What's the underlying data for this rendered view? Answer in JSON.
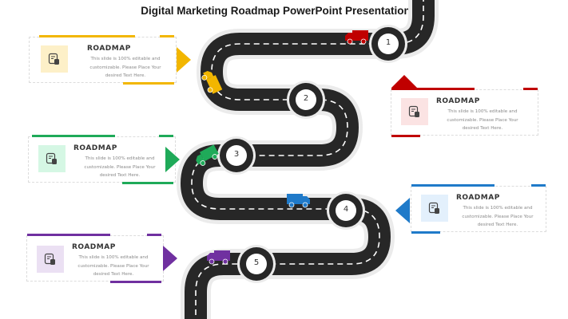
{
  "slide": {
    "title": "Digital Marketing Roadmap PowerPoint Presentation"
  },
  "colors": {
    "road": "#272727",
    "road_halo": "#ebebeb",
    "lane_marks": "#ffffff",
    "stop_fill": "#ffffff",
    "step1": "#c00000",
    "step2": "#f2b600",
    "step3": "#1faa59",
    "step4": "#1f7ac9",
    "step5": "#7030a0"
  },
  "steps": [
    {
      "number": "1",
      "truck_color": "red",
      "card": {
        "heading": "ROADMAP",
        "line1": "This slide is 100% editable and",
        "line2": "customizable. Please Place Your",
        "line3": "desired Text Here.",
        "accent": "#c00000",
        "icon_bg": "#fbe3e3"
      }
    },
    {
      "number": "2",
      "truck_color": "yellow",
      "card": {
        "heading": "ROADMAP",
        "line1": "This slide is 100% editable and",
        "line2": "customizable. Please Place Your",
        "line3": "desired Text Here.",
        "accent": "#f2b600",
        "icon_bg": "#fdf0c8"
      }
    },
    {
      "number": "3",
      "truck_color": "green",
      "card": {
        "heading": "ROADMAP",
        "line1": "This slide is 100% editable and",
        "line2": "customizable. Please Place Your",
        "line3": "desired Text Here.",
        "accent": "#1faa59",
        "icon_bg": "#d5f7e4"
      }
    },
    {
      "number": "4",
      "truck_color": "blue",
      "card": {
        "heading": "ROADMAP",
        "line1": "This slide is 100% editable and",
        "line2": "customizable. Please Place Your",
        "line3": "desired Text Here.",
        "accent": "#1f7ac9",
        "icon_bg": "#e3f0fc"
      }
    },
    {
      "number": "5",
      "truck_color": "purple",
      "card": {
        "heading": "ROADMAP",
        "line1": "This slide is 100% editable and",
        "line2": "customizable. Please Place Your",
        "line3": "desired Text Here.",
        "accent": "#7030a0",
        "icon_bg": "#ebe0f3"
      }
    }
  ],
  "icons": {
    "card_icon": "document-database-icon",
    "vehicle": "truck-icon"
  }
}
